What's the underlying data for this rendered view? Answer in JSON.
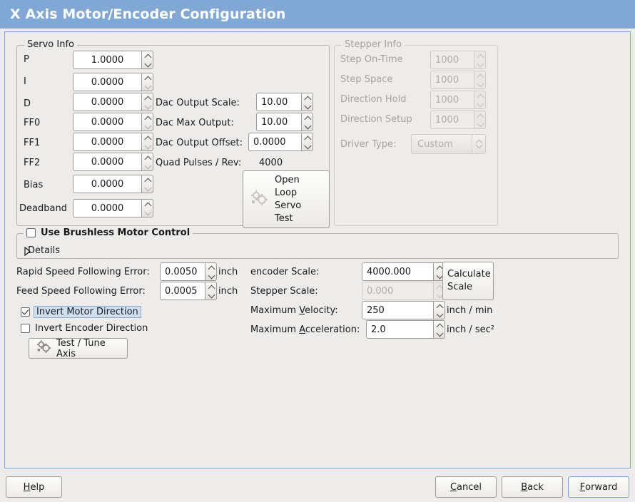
{
  "window": {
    "title": "X Axis Motor/Encoder Configuration",
    "title_bg": "#7fa8d6",
    "title_fg": "#ffffff",
    "bg": "#edecea",
    "accent": "#6f9fd4"
  },
  "servo_info": {
    "legend": "Servo Info",
    "rows": [
      {
        "label": "P",
        "value": "1.0000"
      },
      {
        "label": "I",
        "value": "0.0000"
      },
      {
        "label": "D",
        "value": "0.0000"
      },
      {
        "label": "FF0",
        "value": "0.0000"
      },
      {
        "label": "FF1",
        "value": "0.0000"
      },
      {
        "label": "FF2",
        "value": "0.0000"
      },
      {
        "label": "Bias",
        "value": "0.0000"
      },
      {
        "label": "Deadband",
        "value": "0.0000"
      }
    ],
    "dac": {
      "output_scale_label": "Dac Output Scale:",
      "output_scale_value": "10.00",
      "max_output_label": "Dac Max Output:",
      "max_output_value": "10.00",
      "output_offset_label": "Dac Output Offset:",
      "output_offset_value": "0.0000",
      "quad_pulses_label": "Quad Pulses / Rev:",
      "quad_pulses_value": "4000"
    },
    "open_loop_button": {
      "line1": "Open",
      "line2": "Loop",
      "line3": "Servo",
      "line4": "Test",
      "icon": "gears-icon"
    }
  },
  "stepper_info": {
    "legend": "Stepper Info",
    "enabled": false,
    "rows": [
      {
        "label": "Step On-Time",
        "value": "1000"
      },
      {
        "label": "Step Space",
        "value": "1000"
      },
      {
        "label": "Direction Hold",
        "value": "1000"
      },
      {
        "label": "Direction Setup",
        "value": "1000"
      }
    ],
    "driver_type_label": "Driver Type:",
    "driver_type_value": "Custom",
    "driver_type_options": [
      "Custom"
    ]
  },
  "brushless": {
    "checkbox_label": "Use Brushless Motor Control",
    "checked": false,
    "details_label": "Details",
    "details_expanded": false
  },
  "errors": {
    "rapid_label": "Rapid Speed Following Error:",
    "rapid_value": "0.0050",
    "rapid_unit": "inch",
    "feed_label": "Feed Speed Following Error:",
    "feed_value": "0.0005",
    "feed_unit": "inch"
  },
  "inverts": {
    "motor_label": "Invert Motor Direction",
    "motor_checked": true,
    "motor_focused": true,
    "encoder_label": "Invert Encoder Direction",
    "encoder_checked": false
  },
  "test_tune_button": {
    "label": "Test / Tune Axis",
    "icon": "gears-icon"
  },
  "scales": {
    "encoder_label": "encoder Scale:",
    "encoder_value": "4000.000",
    "stepper_label": "Stepper Scale:",
    "stepper_value": "0.000",
    "stepper_enabled": false,
    "calc_line1": "Calculate",
    "calc_line2": "Scale",
    "max_velocity_label_pre": "Maximum ",
    "max_velocity_mnemonic": "V",
    "max_velocity_label_post": "elocity:",
    "max_velocity_value": "250",
    "max_velocity_unit": "inch / min",
    "max_accel_label_pre": "Maximum ",
    "max_accel_mnemonic": "A",
    "max_accel_label_post": "cceleration:",
    "max_accel_value": "2.0",
    "max_accel_unit": "inch / sec²"
  },
  "actions": {
    "help_pre": "",
    "help_mnemonic": "H",
    "help_post": "elp",
    "cancel_pre": "",
    "cancel_mnemonic": "C",
    "cancel_post": "ancel",
    "back_pre": "",
    "back_mnemonic": "B",
    "back_post": "ack",
    "forward_pre": "",
    "forward_mnemonic": "F",
    "forward_post": "orward",
    "forward_focused": true
  }
}
